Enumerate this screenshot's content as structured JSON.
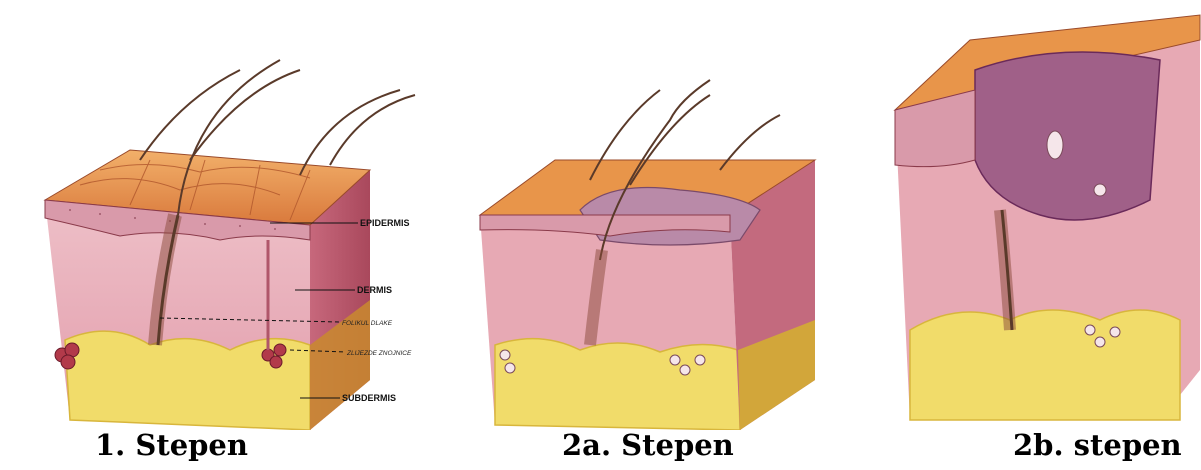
{
  "panels": [
    {
      "caption": "1. Stepen",
      "labels": {
        "epidermis": "EPIDERMIS",
        "dermis": "DERMIS",
        "folikul": "FOLIKUL DLAKE",
        "zlijezde": "ZLIJEZDE ZNOJNICE",
        "subdermis": "SUBDERMIS"
      }
    },
    {
      "caption": "2a. Stepen"
    },
    {
      "caption": "2b. stepen"
    }
  ],
  "colors": {
    "epidermis_top": "#e8954a",
    "epidermis_line": "#9a4a2a",
    "dermis": "#e7a9b4",
    "dermis_dark": "#c97a8e",
    "fat": "#f1dc6a",
    "fat_edge": "#d8b63c",
    "hair": "#5a3a2a"
  }
}
